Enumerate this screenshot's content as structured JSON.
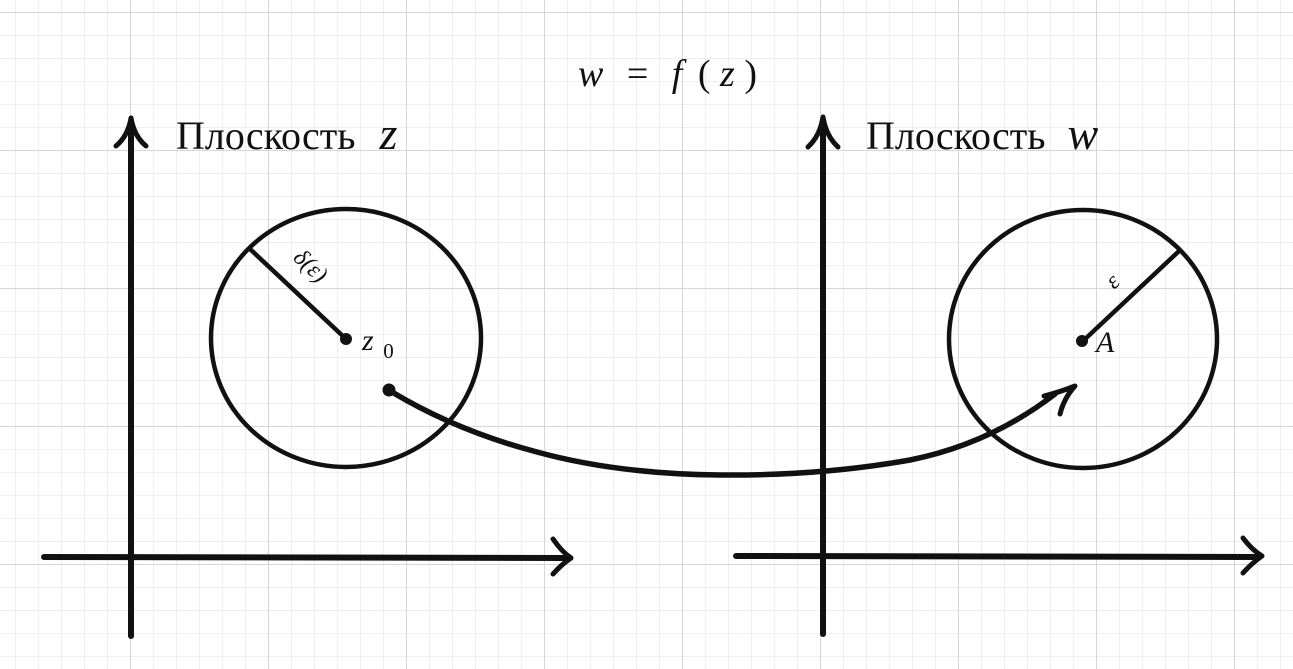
{
  "formula": {
    "lhs": "w",
    "eq": "=",
    "fn": "f",
    "lparen": "(",
    "arg": "z",
    "rparen": ")"
  },
  "planes": {
    "z": {
      "label_word": "Плоскость",
      "label_var": "z"
    },
    "w": {
      "label_word": "Плоскость",
      "label_var": "w"
    }
  },
  "points": {
    "z0": {
      "letter": "z",
      "subscript": "0"
    },
    "A": {
      "letter": "A"
    }
  },
  "radii": {
    "delta": "δ(ε)",
    "epsilon": "ε"
  },
  "colors": {
    "ink": "#111111",
    "grid_major": "#d6d6d6",
    "grid_minor": "#efefef"
  }
}
